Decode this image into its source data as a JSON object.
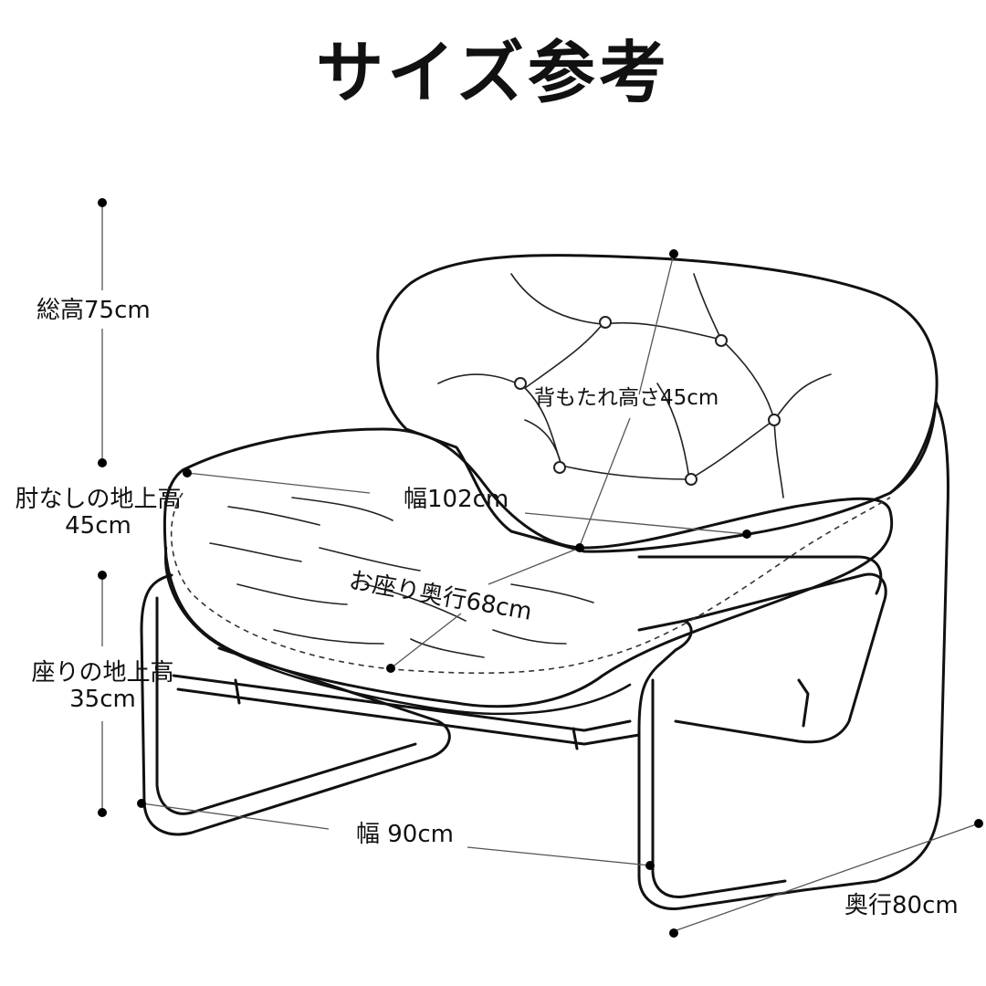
{
  "title": "サイズ参考",
  "dimensions": {
    "total_height": "総高75cm",
    "armless_height_label": "肘なしの地上高",
    "armless_height_value": "45cm",
    "seat_height_label": "座りの地上高",
    "seat_height_value": "35cm",
    "backrest_height": "背もたれ高さ45cm",
    "width_top": "幅102cm",
    "seat_depth": "お座り奥行68cm",
    "width_base": "幅 90cm",
    "depth": "奥行80cm"
  },
  "colors": {
    "ink": "#111111",
    "background": "#ffffff"
  },
  "icons": [
    "armchair-illustration"
  ]
}
